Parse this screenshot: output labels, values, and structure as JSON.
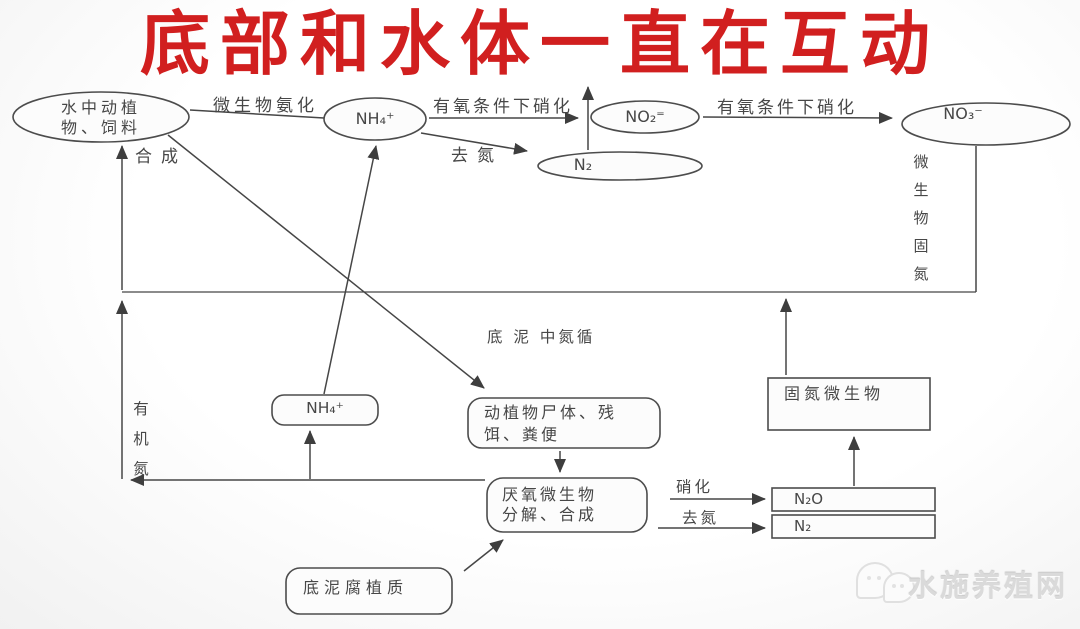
{
  "title": "底部和水体一直在互动",
  "colors": {
    "title_red": "#d11f1f",
    "line": "#3e3e3e",
    "watermark_gray": "#dadada"
  },
  "nodes": {
    "water_biota": "水中动植\n物、饲料",
    "nh4_water": "NH₄⁺",
    "no2_water": "NO₂⁼",
    "no3_water": "NO₃⁻",
    "n2_water": "N₂",
    "nh4_sediment": "NH₄⁺",
    "debris": "动植物尸体、残\n饵、粪便",
    "nitrogen_fixers": "固氮微生物",
    "anaerobes": "厌氧微生物\n分解、合成",
    "humus": "底泥腐植质",
    "n2o_sediment": "N₂O",
    "n2_sediment": "N₂"
  },
  "labels": {
    "ammonification": "微生物氨化",
    "nitrification_1": "有氧条件下硝化",
    "nitrification_2": "有氧条件下硝化",
    "denitrification_water": "去氮",
    "synthesis": "合成",
    "organic_nitrogen": "有机氮",
    "microbial_fixation": "微生物固氮",
    "sediment_cycle": "底 泥 中氮循",
    "nitrification_sediment": "硝化",
    "denitrification_sediment": "去氮"
  },
  "watermark": {
    "site_name": "水施养殖网"
  }
}
